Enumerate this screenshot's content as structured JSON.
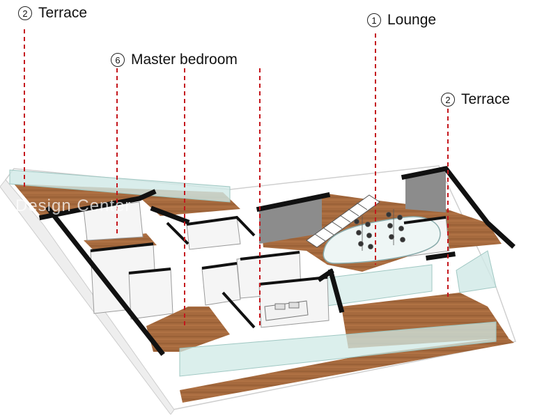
{
  "callouts": [
    {
      "number": "2",
      "label": "Terrace"
    },
    {
      "number": "1",
      "label": "Lounge"
    },
    {
      "number": "6",
      "label": "Master bedroom"
    },
    {
      "number": "2",
      "label": "Terrace"
    }
  ],
  "watermark": "Design Center",
  "colors": {
    "leader": "#c4161c",
    "wall": "#111111",
    "floor_wood": "#a66a3e",
    "glass": "#cfe9e6",
    "slab": "#ffffff",
    "grey_wall": "#8c8c8c"
  }
}
